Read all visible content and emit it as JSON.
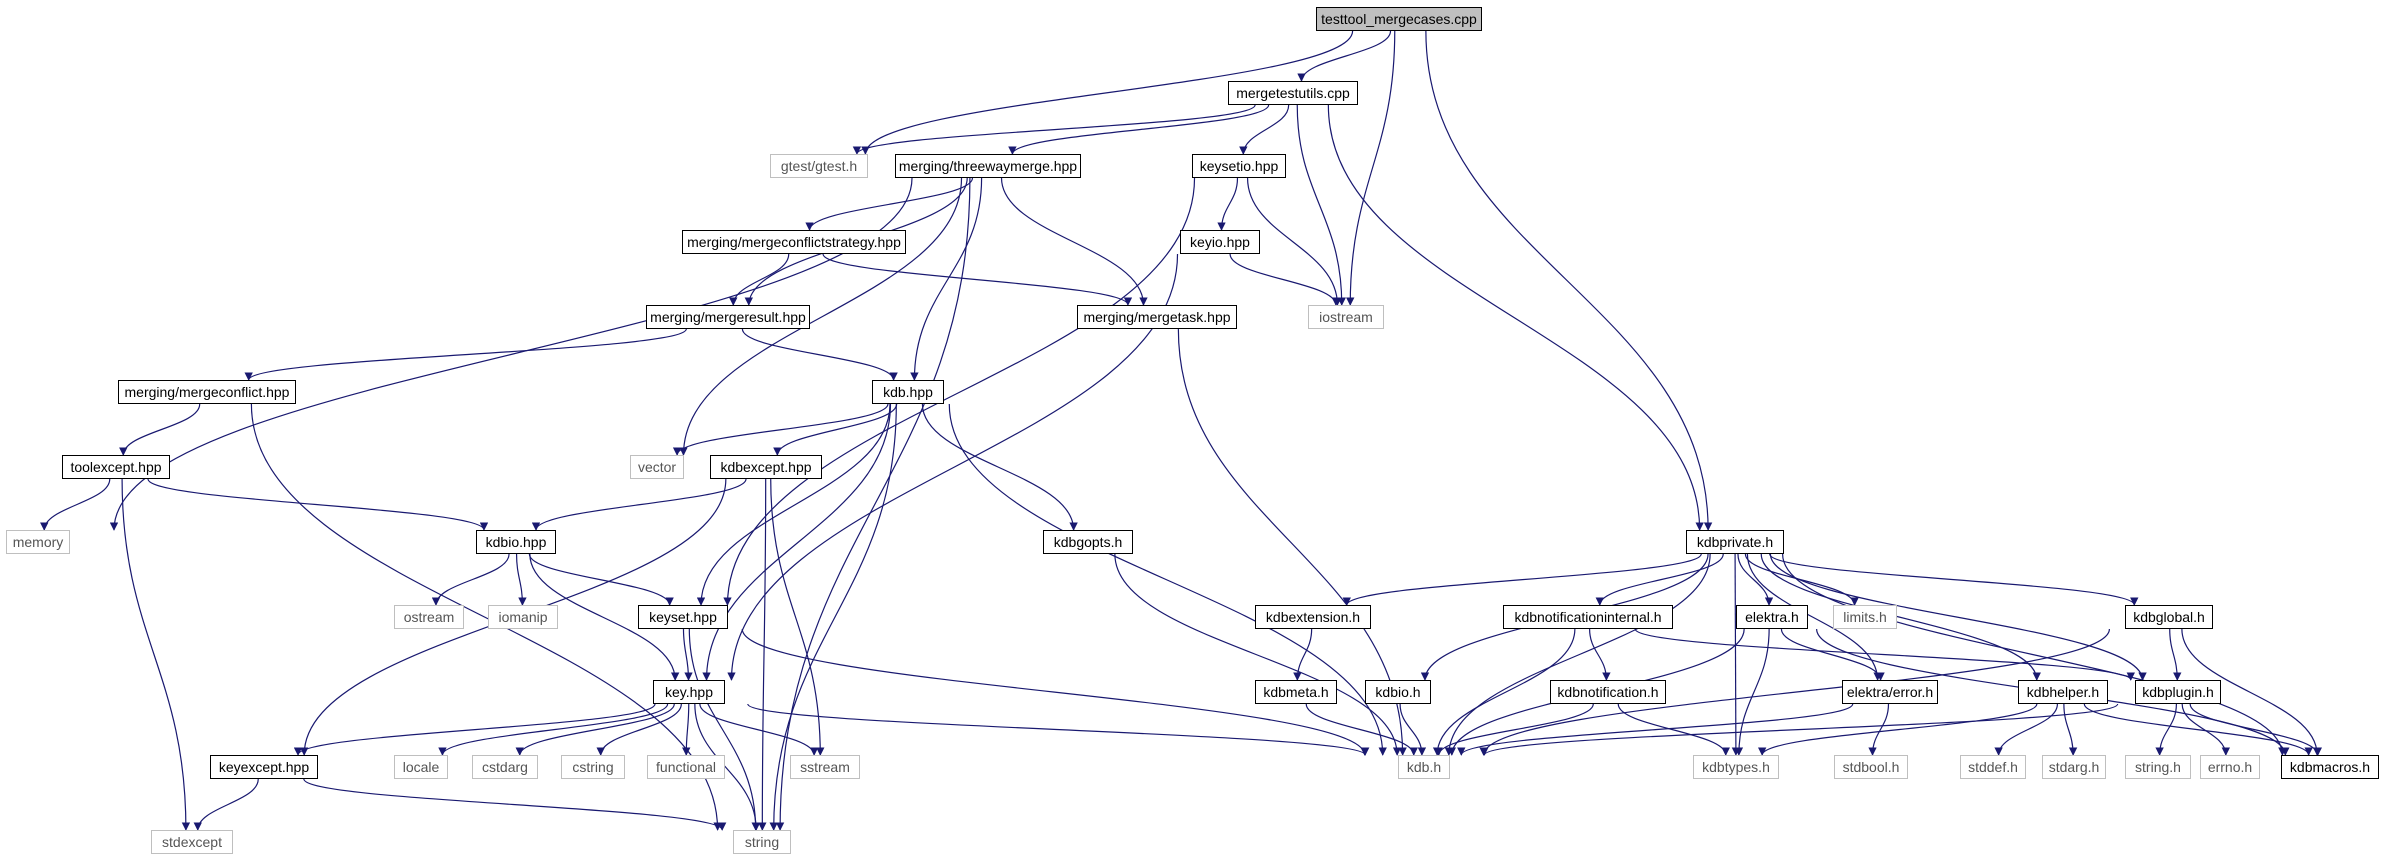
{
  "diagram": {
    "edge_color": "#191970",
    "nodes": {
      "testtool": {
        "label": "testtool_mergecases.cpp",
        "kind": "root"
      },
      "mergetestutils": {
        "label": "mergetestutils.cpp",
        "kind": "doc"
      },
      "gtest": {
        "label": "gtest/gtest.h",
        "kind": "ext"
      },
      "threewaymerge": {
        "label": "merging/threewaymerge.hpp",
        "kind": "doc"
      },
      "keysetio": {
        "label": "keysetio.hpp",
        "kind": "doc"
      },
      "mergeconflictstrategy": {
        "label": "merging/mergeconflictstrategy.hpp",
        "kind": "doc"
      },
      "keyio": {
        "label": "keyio.hpp",
        "kind": "doc"
      },
      "iostream": {
        "label": "iostream",
        "kind": "ext"
      },
      "mergeresult": {
        "label": "merging/mergeresult.hpp",
        "kind": "doc"
      },
      "mergetask": {
        "label": "merging/mergetask.hpp",
        "kind": "doc"
      },
      "mergeconflict": {
        "label": "merging/mergeconflict.hpp",
        "kind": "doc"
      },
      "kdbhpp": {
        "label": "kdb.hpp",
        "kind": "doc"
      },
      "toolexcept": {
        "label": "toolexcept.hpp",
        "kind": "doc"
      },
      "vector": {
        "label": "vector",
        "kind": "ext"
      },
      "kdbexcept": {
        "label": "kdbexcept.hpp",
        "kind": "doc"
      },
      "memory": {
        "label": "memory",
        "kind": "ext"
      },
      "kdbiohpp": {
        "label": "kdbio.hpp",
        "kind": "doc"
      },
      "kdbgopts": {
        "label": "kdbgopts.h",
        "kind": "doc"
      },
      "kdbprivate": {
        "label": "kdbprivate.h",
        "kind": "doc"
      },
      "ostream": {
        "label": "ostream",
        "kind": "ext"
      },
      "iomanip": {
        "label": "iomanip",
        "kind": "ext"
      },
      "keyset": {
        "label": "keyset.hpp",
        "kind": "doc"
      },
      "kdbextension": {
        "label": "kdbextension.h",
        "kind": "doc"
      },
      "kdbnotifint": {
        "label": "kdbnotificationinternal.h",
        "kind": "doc"
      },
      "elektra": {
        "label": "elektra.h",
        "kind": "doc"
      },
      "limits": {
        "label": "limits.h",
        "kind": "ext"
      },
      "kdbglobal": {
        "label": "kdbglobal.h",
        "kind": "doc"
      },
      "keyhpp": {
        "label": "key.hpp",
        "kind": "doc"
      },
      "kdbmeta": {
        "label": "kdbmeta.h",
        "kind": "doc"
      },
      "kdbioh": {
        "label": "kdbio.h",
        "kind": "doc"
      },
      "kdbnotification": {
        "label": "kdbnotification.h",
        "kind": "doc"
      },
      "elektraerror": {
        "label": "elektra/error.h",
        "kind": "doc"
      },
      "kdbhelper": {
        "label": "kdbhelper.h",
        "kind": "doc"
      },
      "kdbplugin": {
        "label": "kdbplugin.h",
        "kind": "doc"
      },
      "keyexcept": {
        "label": "keyexcept.hpp",
        "kind": "doc"
      },
      "locale": {
        "label": "locale",
        "kind": "ext"
      },
      "cstdarg": {
        "label": "cstdarg",
        "kind": "ext"
      },
      "cstring": {
        "label": "cstring",
        "kind": "ext"
      },
      "functional": {
        "label": "functional",
        "kind": "ext"
      },
      "sstream": {
        "label": "sstream",
        "kind": "ext"
      },
      "kdbh": {
        "label": "kdb.h",
        "kind": "ext"
      },
      "kdbtypes": {
        "label": "kdbtypes.h",
        "kind": "ext"
      },
      "stdbool": {
        "label": "stdbool.h",
        "kind": "ext"
      },
      "stddef": {
        "label": "stddef.h",
        "kind": "ext"
      },
      "stdarg": {
        "label": "stdarg.h",
        "kind": "ext"
      },
      "stringh": {
        "label": "string.h",
        "kind": "ext"
      },
      "errno": {
        "label": "errno.h",
        "kind": "ext"
      },
      "kdbmacros": {
        "label": "kdbmacros.h",
        "kind": "doc"
      },
      "stdexcept": {
        "label": "stdexcept",
        "kind": "ext"
      },
      "string": {
        "label": "string",
        "kind": "ext"
      }
    },
    "edges": [
      [
        "testtool",
        "mergetestutils"
      ],
      [
        "testtool",
        "gtest"
      ],
      [
        "testtool",
        "iostream"
      ],
      [
        "testtool",
        "kdbprivate"
      ],
      [
        "mergetestutils",
        "gtest"
      ],
      [
        "mergetestutils",
        "threewaymerge"
      ],
      [
        "mergetestutils",
        "keysetio"
      ],
      [
        "mergetestutils",
        "iostream"
      ],
      [
        "mergetestutils",
        "kdbprivate"
      ],
      [
        "threewaymerge",
        "mergeconflictstrategy"
      ],
      [
        "threewaymerge",
        "mergeresult"
      ],
      [
        "threewaymerge",
        "mergetask"
      ],
      [
        "threewaymerge",
        "kdbhpp"
      ],
      [
        "threewaymerge",
        "memory"
      ],
      [
        "threewaymerge",
        "vector"
      ],
      [
        "threewaymerge",
        "string"
      ],
      [
        "keysetio",
        "keyio"
      ],
      [
        "keysetio",
        "iostream"
      ],
      [
        "keysetio",
        "keyset"
      ],
      [
        "keyio",
        "iostream"
      ],
      [
        "keyio",
        "keyhpp"
      ],
      [
        "mergeconflictstrategy",
        "mergeresult"
      ],
      [
        "mergeconflictstrategy",
        "mergetask"
      ],
      [
        "mergeresult",
        "mergeconflict"
      ],
      [
        "mergeresult",
        "kdbhpp"
      ],
      [
        "mergetask",
        "kdbh"
      ],
      [
        "mergeconflict",
        "toolexcept"
      ],
      [
        "mergeconflict",
        "string"
      ],
      [
        "toolexcept",
        "memory"
      ],
      [
        "toolexcept",
        "kdbiohpp"
      ],
      [
        "toolexcept",
        "stdexcept"
      ],
      [
        "kdbhpp",
        "vector"
      ],
      [
        "kdbhpp",
        "kdbexcept"
      ],
      [
        "kdbhpp",
        "kdbgopts"
      ],
      [
        "kdbhpp",
        "keyset"
      ],
      [
        "kdbhpp",
        "keyhpp"
      ],
      [
        "kdbhpp",
        "string"
      ],
      [
        "kdbhpp",
        "kdbh"
      ],
      [
        "kdbexcept",
        "kdbiohpp"
      ],
      [
        "kdbexcept",
        "keyexcept"
      ],
      [
        "kdbexcept",
        "sstream"
      ],
      [
        "kdbexcept",
        "string"
      ],
      [
        "kdbgopts",
        "kdbh"
      ],
      [
        "kdbiohpp",
        "ostream"
      ],
      [
        "kdbiohpp",
        "iomanip"
      ],
      [
        "kdbiohpp",
        "keyset"
      ],
      [
        "kdbiohpp",
        "keyhpp"
      ],
      [
        "keyset",
        "keyhpp"
      ],
      [
        "keyset",
        "string"
      ],
      [
        "keyset",
        "kdbh"
      ],
      [
        "keyhpp",
        "keyexcept"
      ],
      [
        "keyhpp",
        "locale"
      ],
      [
        "keyhpp",
        "cstdarg"
      ],
      [
        "keyhpp",
        "cstring"
      ],
      [
        "keyhpp",
        "functional"
      ],
      [
        "keyhpp",
        "sstream"
      ],
      [
        "keyhpp",
        "string"
      ],
      [
        "keyhpp",
        "kdbh"
      ],
      [
        "keyexcept",
        "stdexcept"
      ],
      [
        "keyexcept",
        "string"
      ],
      [
        "kdbprivate",
        "kdbextension"
      ],
      [
        "kdbprivate",
        "kdbnotifint"
      ],
      [
        "kdbprivate",
        "elektra"
      ],
      [
        "kdbprivate",
        "limits"
      ],
      [
        "kdbprivate",
        "kdbglobal"
      ],
      [
        "kdbprivate",
        "kdbioh"
      ],
      [
        "kdbprivate",
        "kdbh"
      ],
      [
        "kdbprivate",
        "kdbtypes"
      ],
      [
        "kdbprivate",
        "elektraerror"
      ],
      [
        "kdbprivate",
        "kdbhelper"
      ],
      [
        "kdbprivate",
        "kdbplugin"
      ],
      [
        "kdbprivate",
        "kdbmacros"
      ],
      [
        "kdbextension",
        "kdbmeta"
      ],
      [
        "kdbmeta",
        "kdbh"
      ],
      [
        "kdbioh",
        "kdbh"
      ],
      [
        "kdbnotifint",
        "kdbnotification"
      ],
      [
        "kdbnotifint",
        "kdbh"
      ],
      [
        "kdbnotifint",
        "kdbplugin"
      ],
      [
        "kdbnotification",
        "kdbh"
      ],
      [
        "kdbnotification",
        "kdbtypes"
      ],
      [
        "elektra",
        "kdbh"
      ],
      [
        "elektra",
        "kdbtypes"
      ],
      [
        "elektra",
        "elektraerror"
      ],
      [
        "elektra",
        "kdbmacros"
      ],
      [
        "elektraerror",
        "kdbh"
      ],
      [
        "elektraerror",
        "stdbool"
      ],
      [
        "kdbglobal",
        "kdbplugin"
      ],
      [
        "kdbglobal",
        "kdbh"
      ],
      [
        "kdbglobal",
        "kdbmacros"
      ],
      [
        "kdbhelper",
        "kdbtypes"
      ],
      [
        "kdbhelper",
        "stddef"
      ],
      [
        "kdbhelper",
        "stdarg"
      ],
      [
        "kdbhelper",
        "kdbmacros"
      ],
      [
        "kdbplugin",
        "kdbh"
      ],
      [
        "kdbplugin",
        "stringh"
      ],
      [
        "kdbplugin",
        "errno"
      ],
      [
        "kdbplugin",
        "kdbmacros"
      ]
    ]
  }
}
